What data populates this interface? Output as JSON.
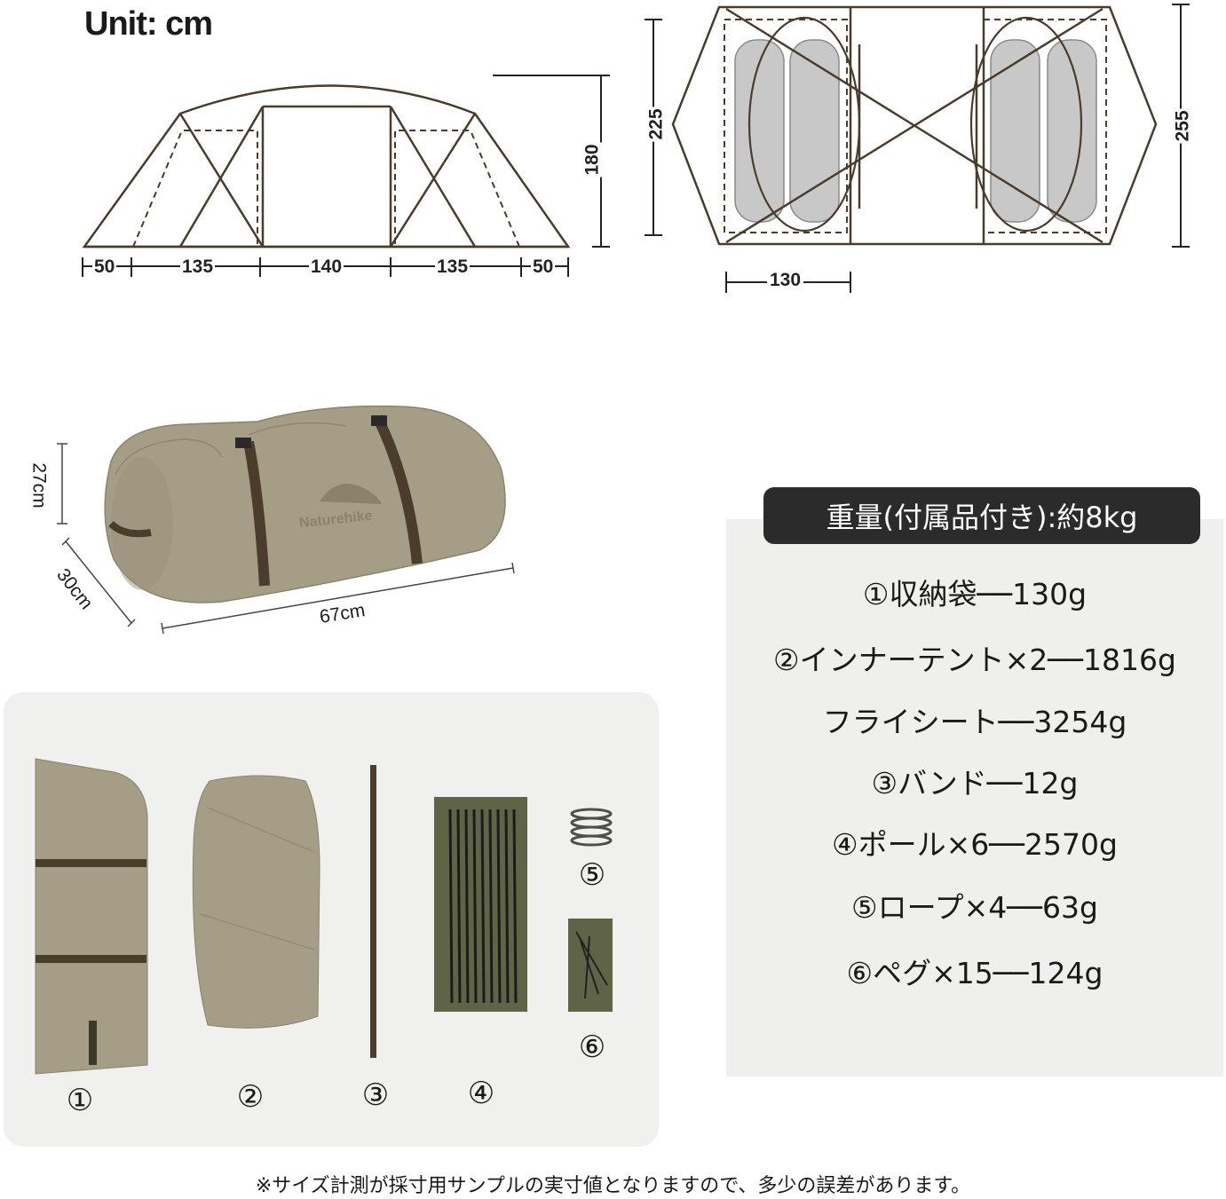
{
  "unit_label": "Unit: cm",
  "side_view": {
    "dims_bottom": [
      "50",
      "135",
      "140",
      "135",
      "50"
    ],
    "height": "180"
  },
  "top_view": {
    "left_height": "225",
    "right_height": "255",
    "bottom_width": "130"
  },
  "bag": {
    "height": "27cm",
    "depth": "30cm",
    "length": "67cm",
    "brand": "Naturehike"
  },
  "components": {
    "labels": [
      "①",
      "②",
      "③",
      "④",
      "⑤",
      "⑥"
    ]
  },
  "specs": {
    "header": "重量(付属品付き):約8kg",
    "rows": [
      "①収納袋──130g",
      "②インナーテント×2──1816g",
      "フライシート──3254g",
      "③バンド──12g",
      "④ポール×6──2570g",
      "⑤ロープ×4──63g",
      "⑥ペグ×15──124g"
    ]
  },
  "footnote": "※サイズ計測が採寸用サンプルの実寸値となりますので、多少の誤差があります。",
  "colors": {
    "tent_line": "#4a3b2a",
    "fabric": "#a59d86",
    "strap": "#4b3d2b",
    "pouch": "#5f6447",
    "sleeping_pad": "#c8c8c8",
    "spec_header_bg": "#2b2b2b",
    "panel_bg": "#efefee"
  }
}
